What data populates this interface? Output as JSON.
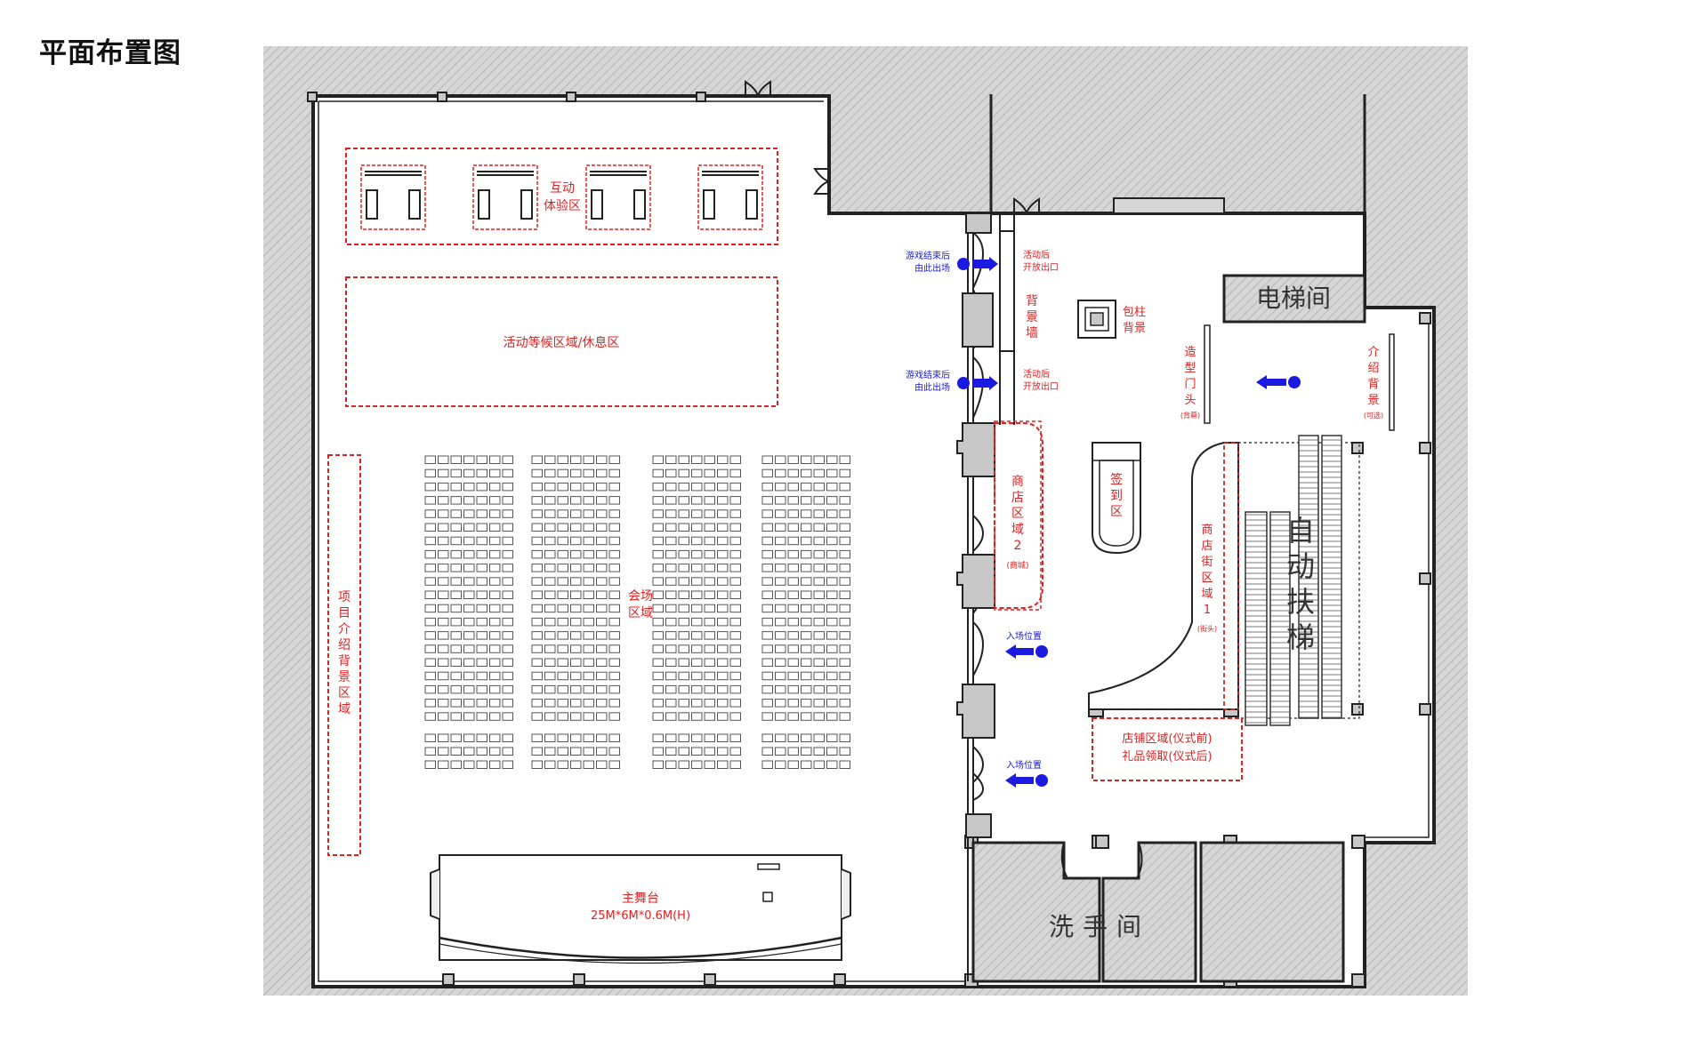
{
  "page_title": "平面布置图",
  "zones": {
    "interactive": "互动\n体验区",
    "waiting": "活动等候区域/休息区",
    "project_intro": "项目介绍背景区域",
    "venue": "会场\n区域",
    "stage_title": "主舞台",
    "stage_size": "25M*6M*0.6M(H)",
    "shop2": "商店区域2",
    "shop2_note": "(商城)",
    "shop_street1": "商店街区域1",
    "shop_street1_note": "(街头)",
    "checkin": "签到区",
    "pillar": "包柱\n背景",
    "backdrop_wall": "背景墙",
    "gate": "造型门头",
    "gate_note": "(背幕)",
    "intro_bg": "介绍背景",
    "intro_bg_note": "(可选)",
    "store_gift_1": "店铺区域(仪式前)",
    "store_gift_2": "礼品领取(仪式后)",
    "elevator": "电梯间",
    "escalator": "自动扶梯",
    "restroom": "洗手间"
  },
  "notes": {
    "exit_1a": "游戏结束后",
    "exit_1b": "由此出场",
    "exit_2a": "游戏结束后",
    "exit_2b": "由此出场",
    "open_1a": "活动后",
    "open_1b": "开放出口",
    "open_2a": "活动后",
    "open_2b": "开放出口",
    "entry_1": "入场位置",
    "entry_2": "入场位置"
  },
  "colors": {
    "zone_red": "#e02020",
    "arrow_blue": "#1a1ae0",
    "wall": "#222222",
    "hatch_bg": "#d9d9d9"
  }
}
